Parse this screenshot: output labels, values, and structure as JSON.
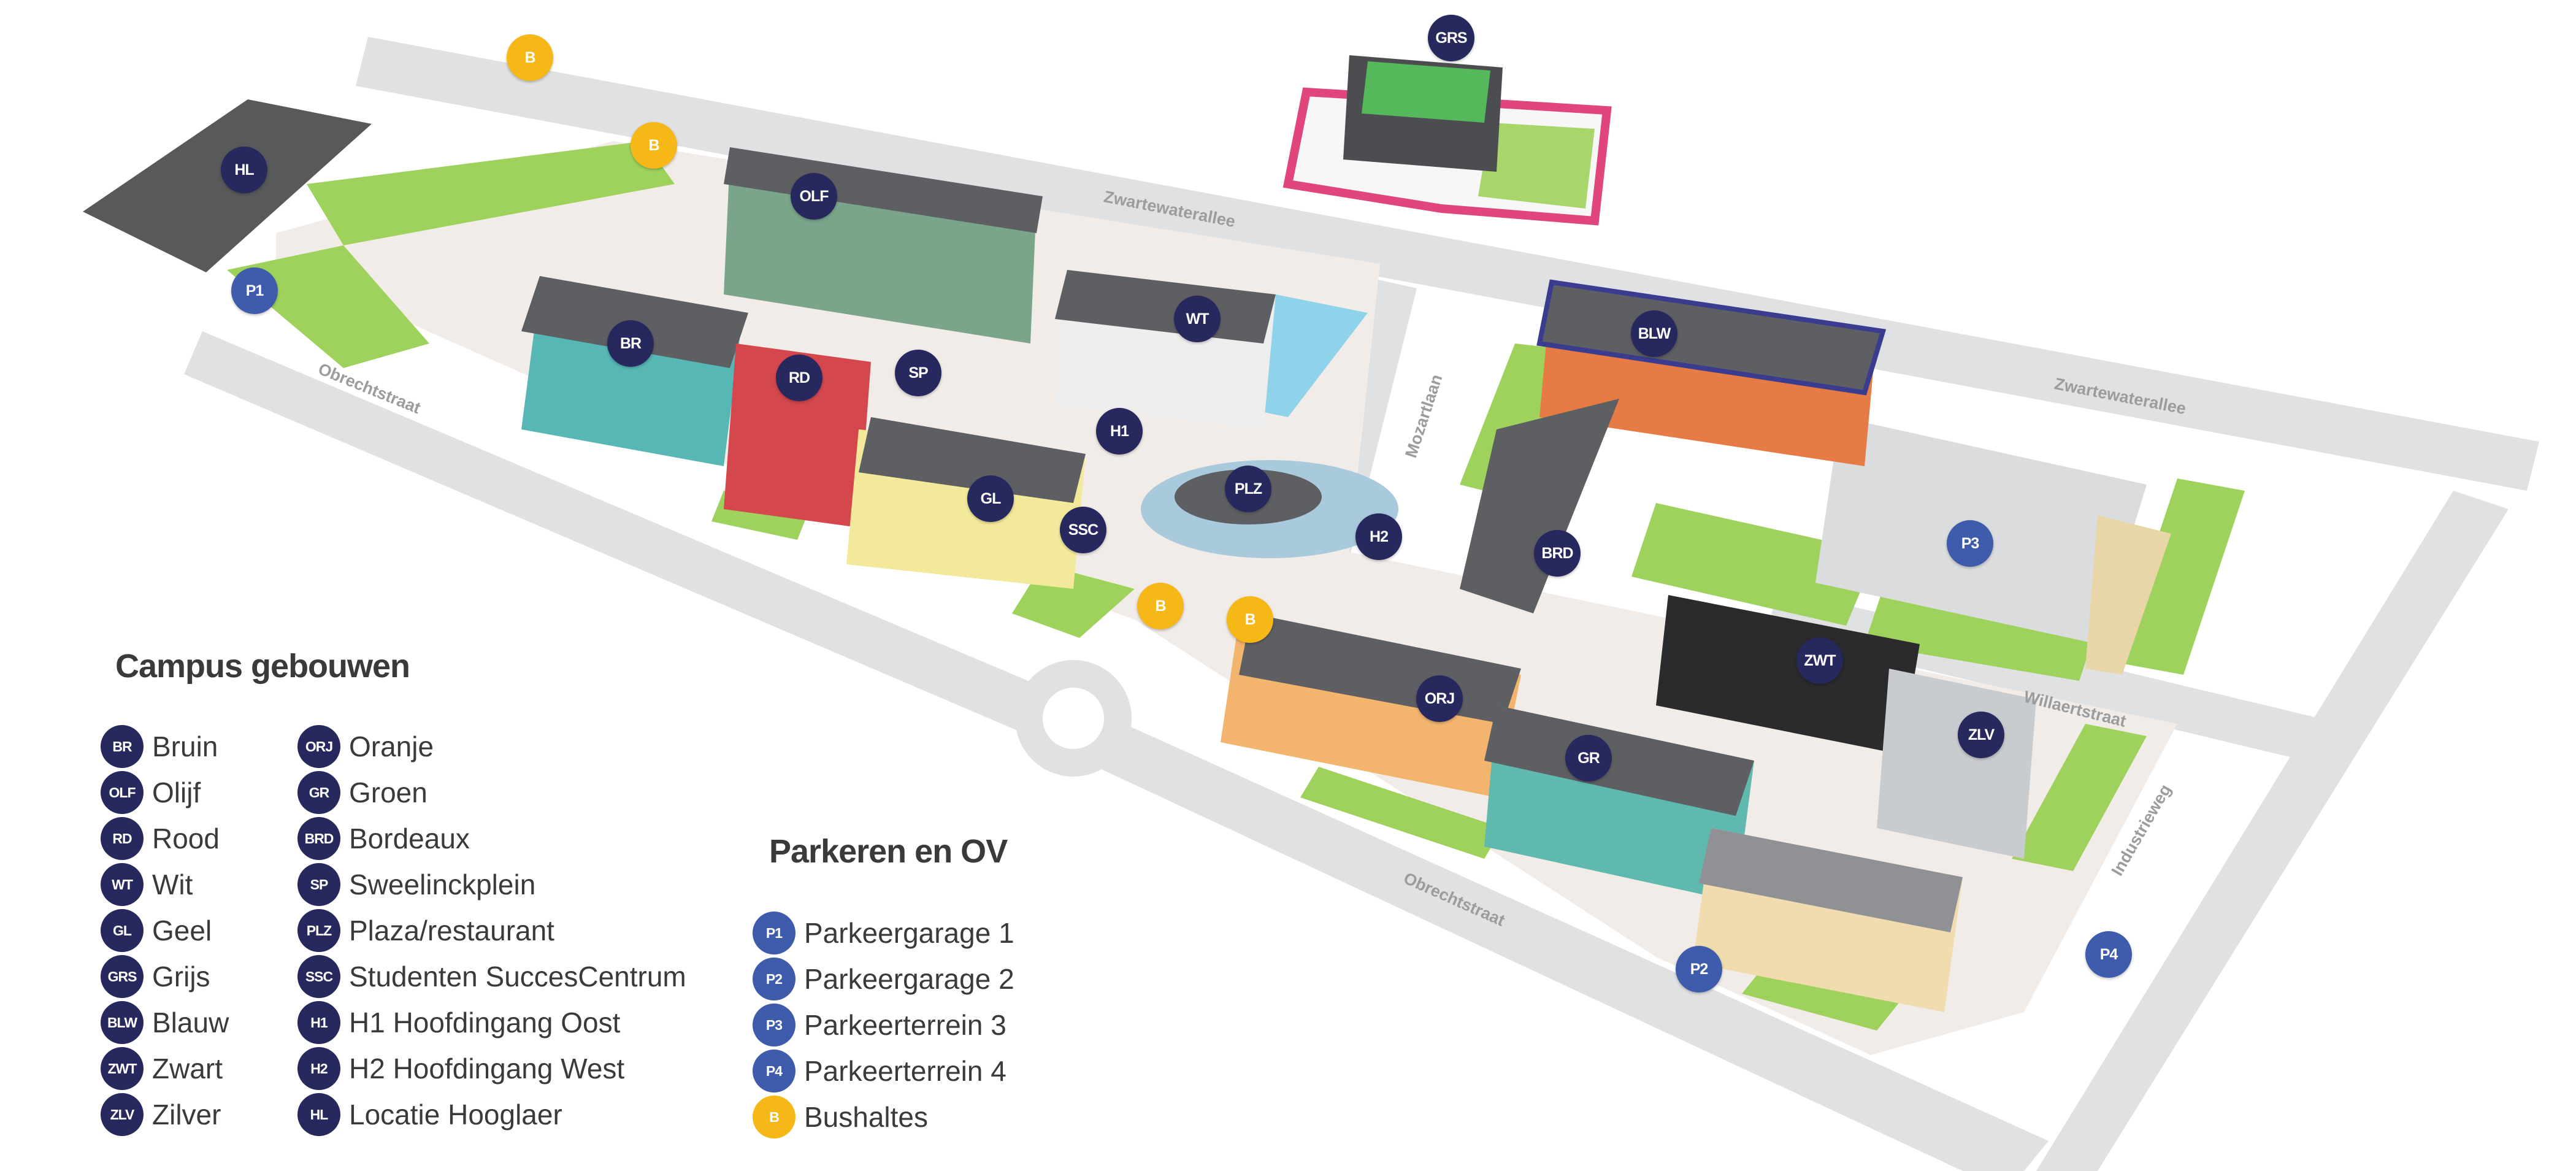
{
  "legend": {
    "buildings_title": "Campus gebouwen",
    "buildings": [
      {
        "code": "BR",
        "label": "Bruin"
      },
      {
        "code": "OLF",
        "label": "Olijf"
      },
      {
        "code": "RD",
        "label": "Rood"
      },
      {
        "code": "WT",
        "label": "Wit"
      },
      {
        "code": "GL",
        "label": "Geel"
      },
      {
        "code": "GRS",
        "label": "Grijs"
      },
      {
        "code": "BLW",
        "label": "Blauw"
      },
      {
        "code": "ZWT",
        "label": "Zwart"
      },
      {
        "code": "ZLV",
        "label": "Zilver"
      },
      {
        "code": "ORJ",
        "label": "Oranje"
      },
      {
        "code": "GR",
        "label": "Groen"
      },
      {
        "code": "BRD",
        "label": "Bordeaux"
      },
      {
        "code": "SP",
        "label": "Sweelinckplein"
      },
      {
        "code": "PLZ",
        "label": "Plaza/restaurant"
      },
      {
        "code": "SSC",
        "label": "Studenten SuccesCentrum"
      },
      {
        "code": "H1",
        "label": "H1 Hoofdingang Oost"
      },
      {
        "code": "H2",
        "label": "H2 Hoofdingang West"
      },
      {
        "code": "HL",
        "label": "Locatie Hooglaer"
      }
    ],
    "parking_title": "Parkeren en OV",
    "parking": [
      {
        "code": "P1",
        "label": "Parkeergarage 1"
      },
      {
        "code": "P2",
        "label": "Parkeergarage 2"
      },
      {
        "code": "P3",
        "label": "Parkeerterrein 3"
      },
      {
        "code": "P4",
        "label": "Parkeerterrein 4"
      },
      {
        "code": "B",
        "label": "Bushaltes"
      }
    ]
  },
  "streets": {
    "zwartewaterallee": "Zwartewaterallee",
    "obrechtstraat": "Obrechtstraat",
    "mozartlaan": "Mozartlaan",
    "willaertstraat": "Willaertstraat",
    "industrieweg": "Industrieweg"
  },
  "colors": {
    "building_marker": "#27285e",
    "parking_marker": "#3e5cab",
    "bus_marker": "#f6b816"
  }
}
